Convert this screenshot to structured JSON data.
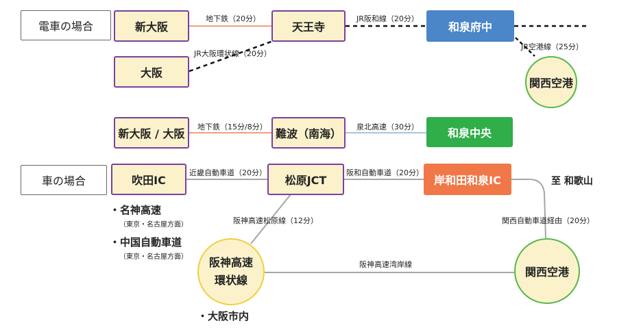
{
  "train": {
    "section_label": "電車の場合",
    "nodes": {
      "shin_osaka": "新大阪",
      "osaka": "大阪",
      "tennoji": "天王寺",
      "izumifuchu": "和泉府中",
      "kix": "関西空港",
      "shin_osaka_osaka": "新大阪 / 大阪",
      "namba": "難波（南海）",
      "izumi_chuo": "和泉中央"
    },
    "edges": {
      "shin_osaka_tennoji": "地下鉄（20分）",
      "tennoji_izumifuchu": "JR阪和線（20分）",
      "osaka_tennoji": "JR大阪環状線（20分）",
      "izumifuchu_kix": "JR空港線（25分）",
      "shin_osaka_namba": "地下鉄（15分/8分）",
      "namba_izumi_chuo": "泉北高速（30分）"
    }
  },
  "car": {
    "section_label": "車の場合",
    "nodes": {
      "suita_ic": "吹田IC",
      "matsubara_jct": "松原JCT",
      "kishiwada_ic": "岸和田和泉IC",
      "hanshin_loop_line1": "阪神高速",
      "hanshin_loop_line2": "環状線",
      "kix": "関西空港"
    },
    "edges": {
      "suita_matsubara": "近畿自動車道（20分）",
      "matsubara_kishiwada": "阪和自動車道（20分）",
      "matsubara_hanshin": "阪神高速松原線（12分）",
      "kishiwada_kix": "関西自動車道経由（20分）",
      "hanshin_kix": "阪神高速湾岸線"
    },
    "destination": "至 和歌山",
    "notes": {
      "meishin": "・名神高速",
      "meishin_sub": "（東京・名古屋方面）",
      "chugoku": "・中国自動車道",
      "chugoku_sub": "（東京・名古屋方面）",
      "osaka_city": "・大阪市内"
    }
  },
  "colors": {
    "station_fill": "#fbf2cc",
    "station_border": "#7a3fa2",
    "highlight_blue": "#4a86c8",
    "highlight_green": "#2fae49",
    "highlight_orange": "#f07848",
    "subway_line": "#f2a07b",
    "senboku_line": "#a9c3e0",
    "jr_line": "#111111",
    "expressway_line": "#a6a6a6",
    "airport_circle_border": "#56b84a",
    "loop_circle_border": "#f0cf3a"
  }
}
